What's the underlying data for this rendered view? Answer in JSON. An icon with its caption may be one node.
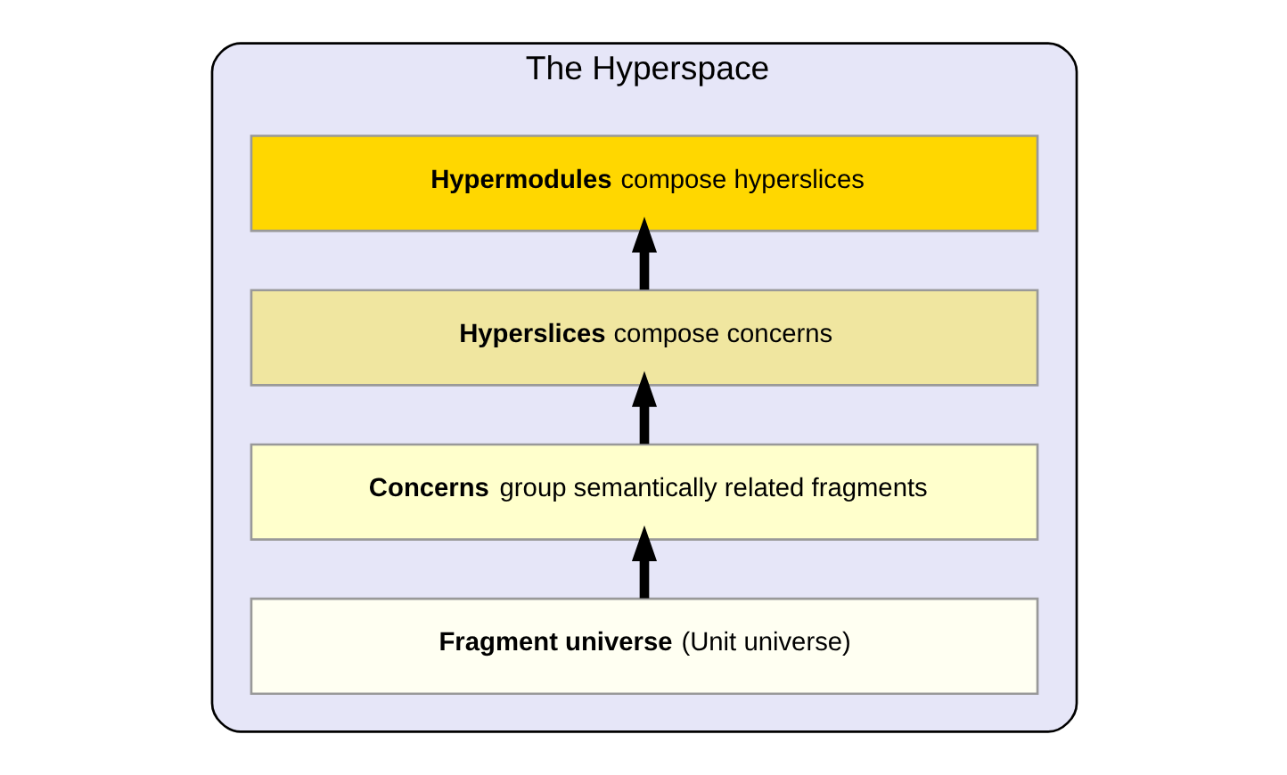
{
  "diagram": {
    "nodes": [
      {
        "text": [
          "The Hyperspace"
        ]
      },
      {
        "text": [
          "**Hypermodules** compose hyperslices"
        ],
        "in": 0
      },
      {
        "text": [
          "**Hyperslices** compose concerns"
        ],
        "in": 0
      },
      {
        "text": [
          "**Concerns** group semantically related fragments"
        ],
        "in": 0
      },
      {
        "text": [
          "**Fragment universe** (Unit universe)"
        ],
        "in": 0
      }
    ],
    "edges": [
      {
        "from": 2,
        "to": 1,
        "arrow": "to"
      },
      {
        "from": 3,
        "to": 2,
        "arrow": "to"
      },
      {
        "from": 4,
        "to": 3,
        "arrow": "to"
      }
    ]
  }
}
